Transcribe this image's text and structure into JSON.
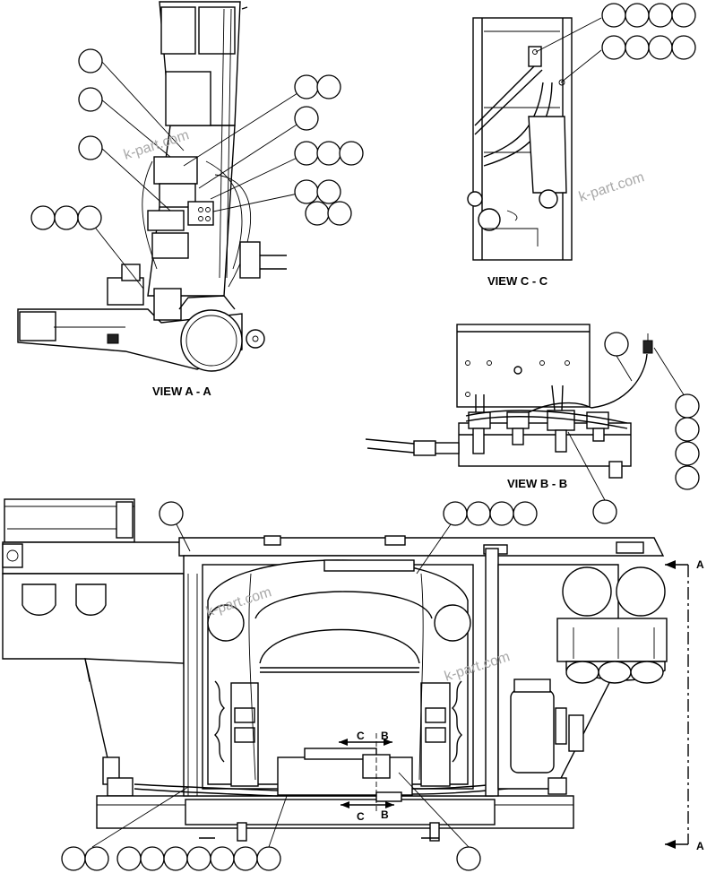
{
  "views": {
    "view_a": "VIEW A - A",
    "view_b": "VIEW B - B",
    "view_c": "VIEW C - C"
  },
  "section_marks": {
    "a_top": "A",
    "a_bottom": "A",
    "b_upper": "B",
    "b_lower": "B",
    "c_upper": "C",
    "c_lower": "C"
  },
  "watermark": "k-part.com",
  "callout_bubble_text": ""
}
